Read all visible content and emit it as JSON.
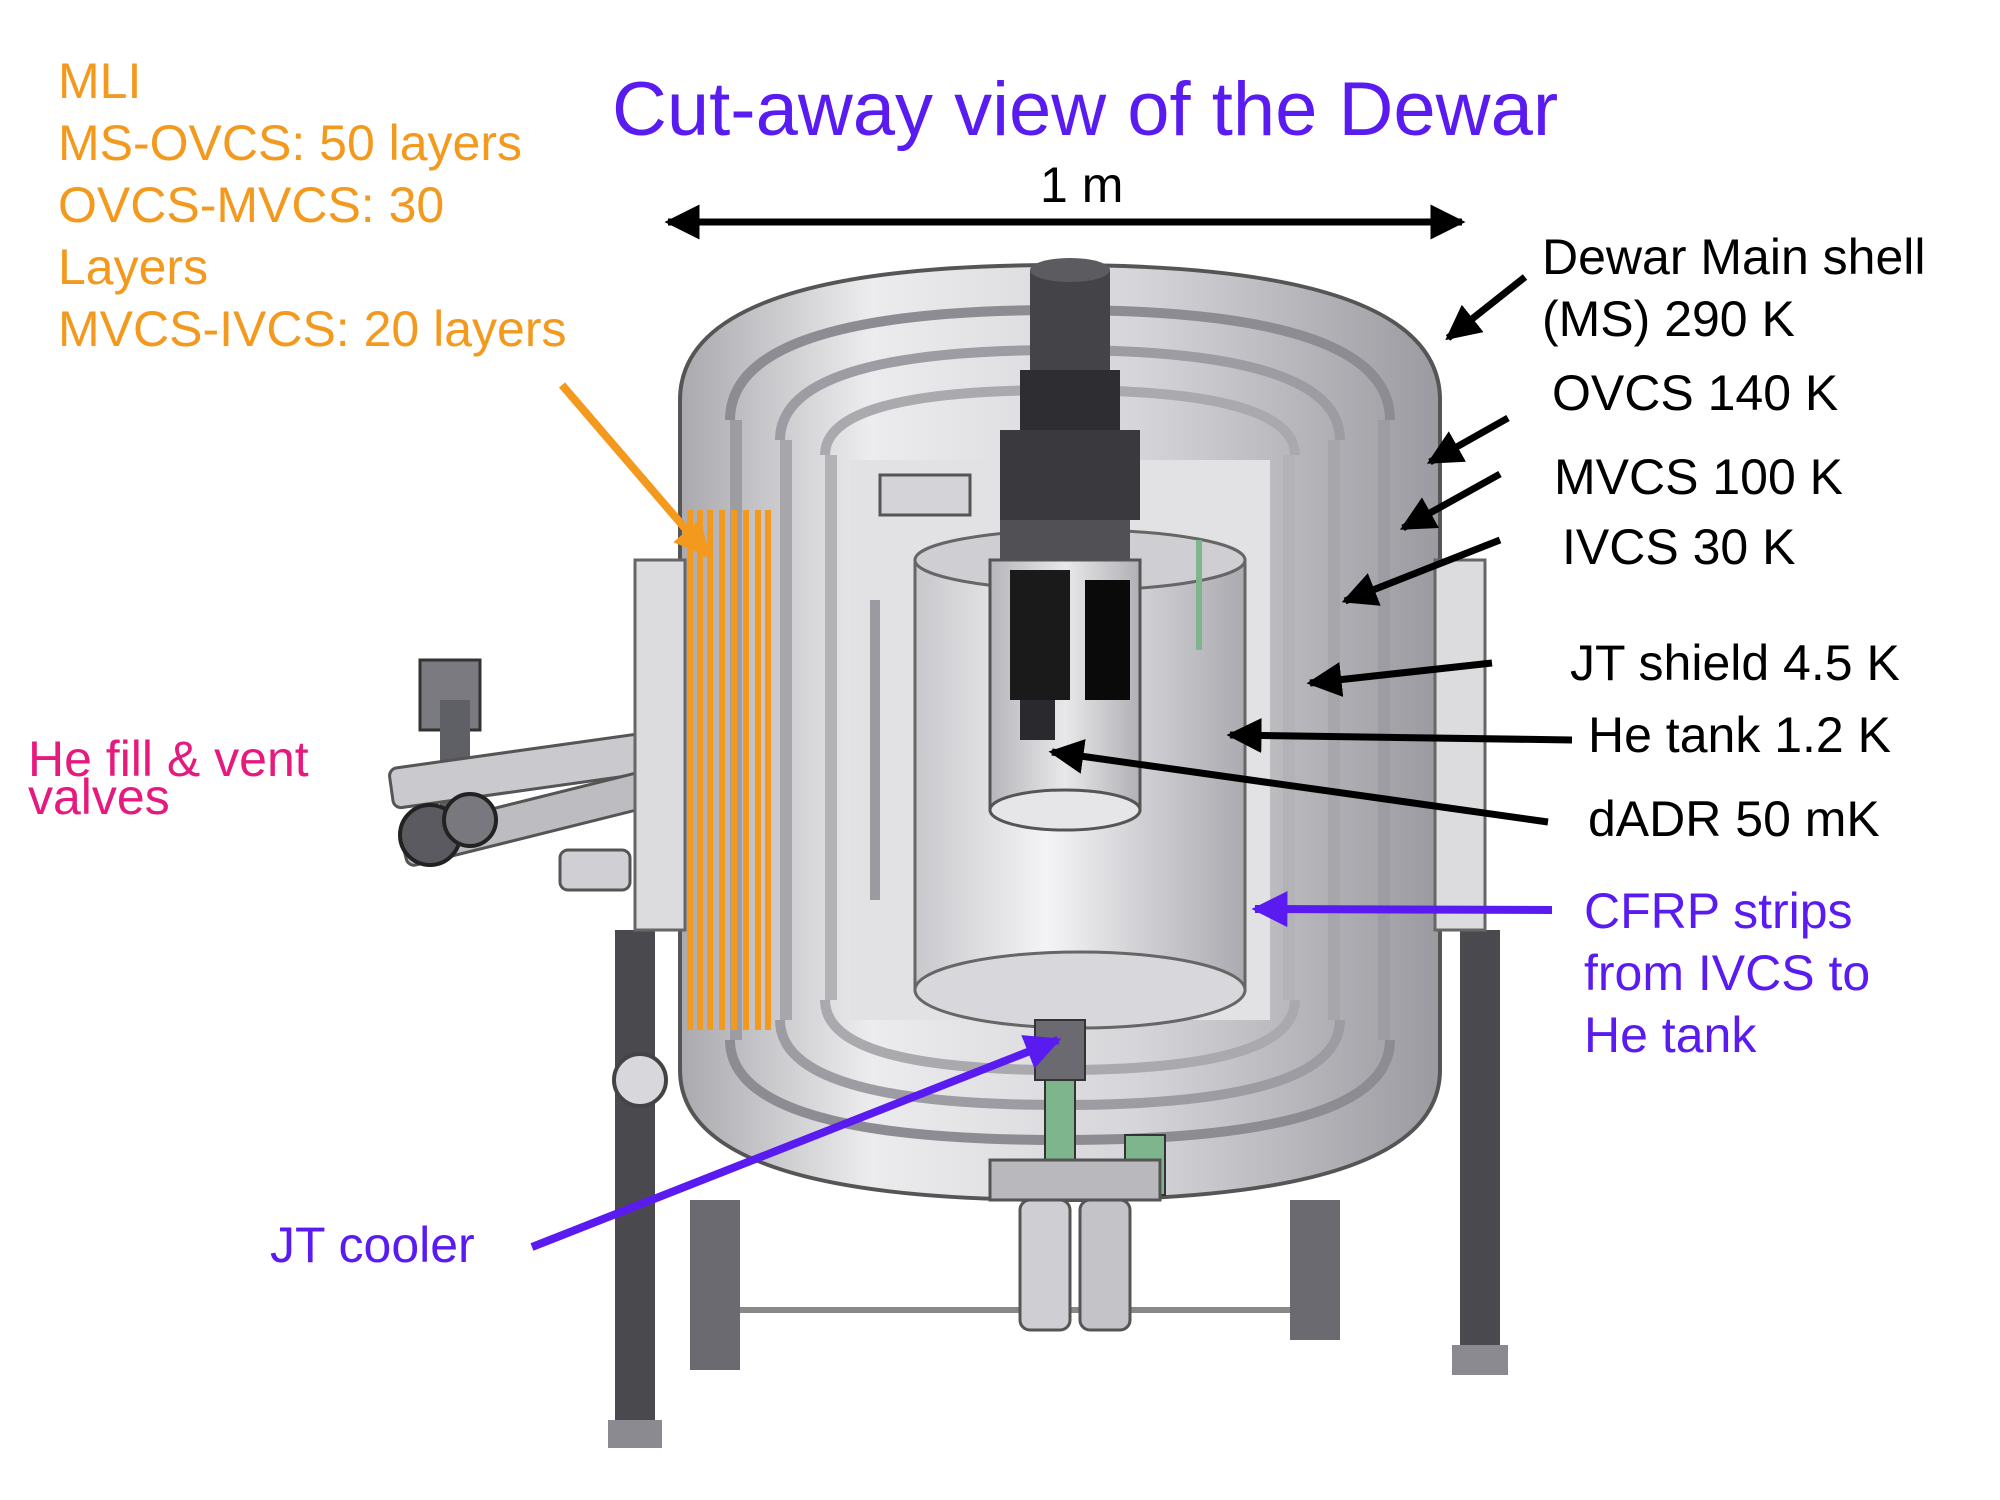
{
  "title": "Cut-away view of the Dewar",
  "scale_label": "1 m",
  "mli": {
    "lines": [
      "MLI",
      "MS-OVCS: 50 layers",
      "OVCS-MVCS: 30",
      "Layers",
      "MVCS-IVCS: 20 layers"
    ]
  },
  "right_labels": {
    "main_shell_1": "Dewar Main shell",
    "main_shell_2": "(MS) 290 K",
    "ovcs": "OVCS  140 K",
    "mvcs": "MVCS  100 K",
    "ivcs": "IVCS  30 K",
    "jt_shield": "JT shield 4.5 K",
    "he_tank": "He tank 1.2 K",
    "dadr": "dADR 50 mK"
  },
  "cfrp": {
    "lines": [
      "CFRP strips",
      "from IVCS to",
      "He tank"
    ]
  },
  "he_fill": {
    "lines": [
      "He fill & vent",
      "valves"
    ]
  },
  "jt_cooler": "JT cooler",
  "colors": {
    "title": "#5a1bf0",
    "orange": "#f39a1e",
    "black": "#000000",
    "purple": "#5a1bf0",
    "pink": "#e6197f",
    "metal_light": "#e4e4e6",
    "metal_mid": "#bdbdc2",
    "metal_dark": "#7c7c82",
    "green": "#7fb58c"
  }
}
